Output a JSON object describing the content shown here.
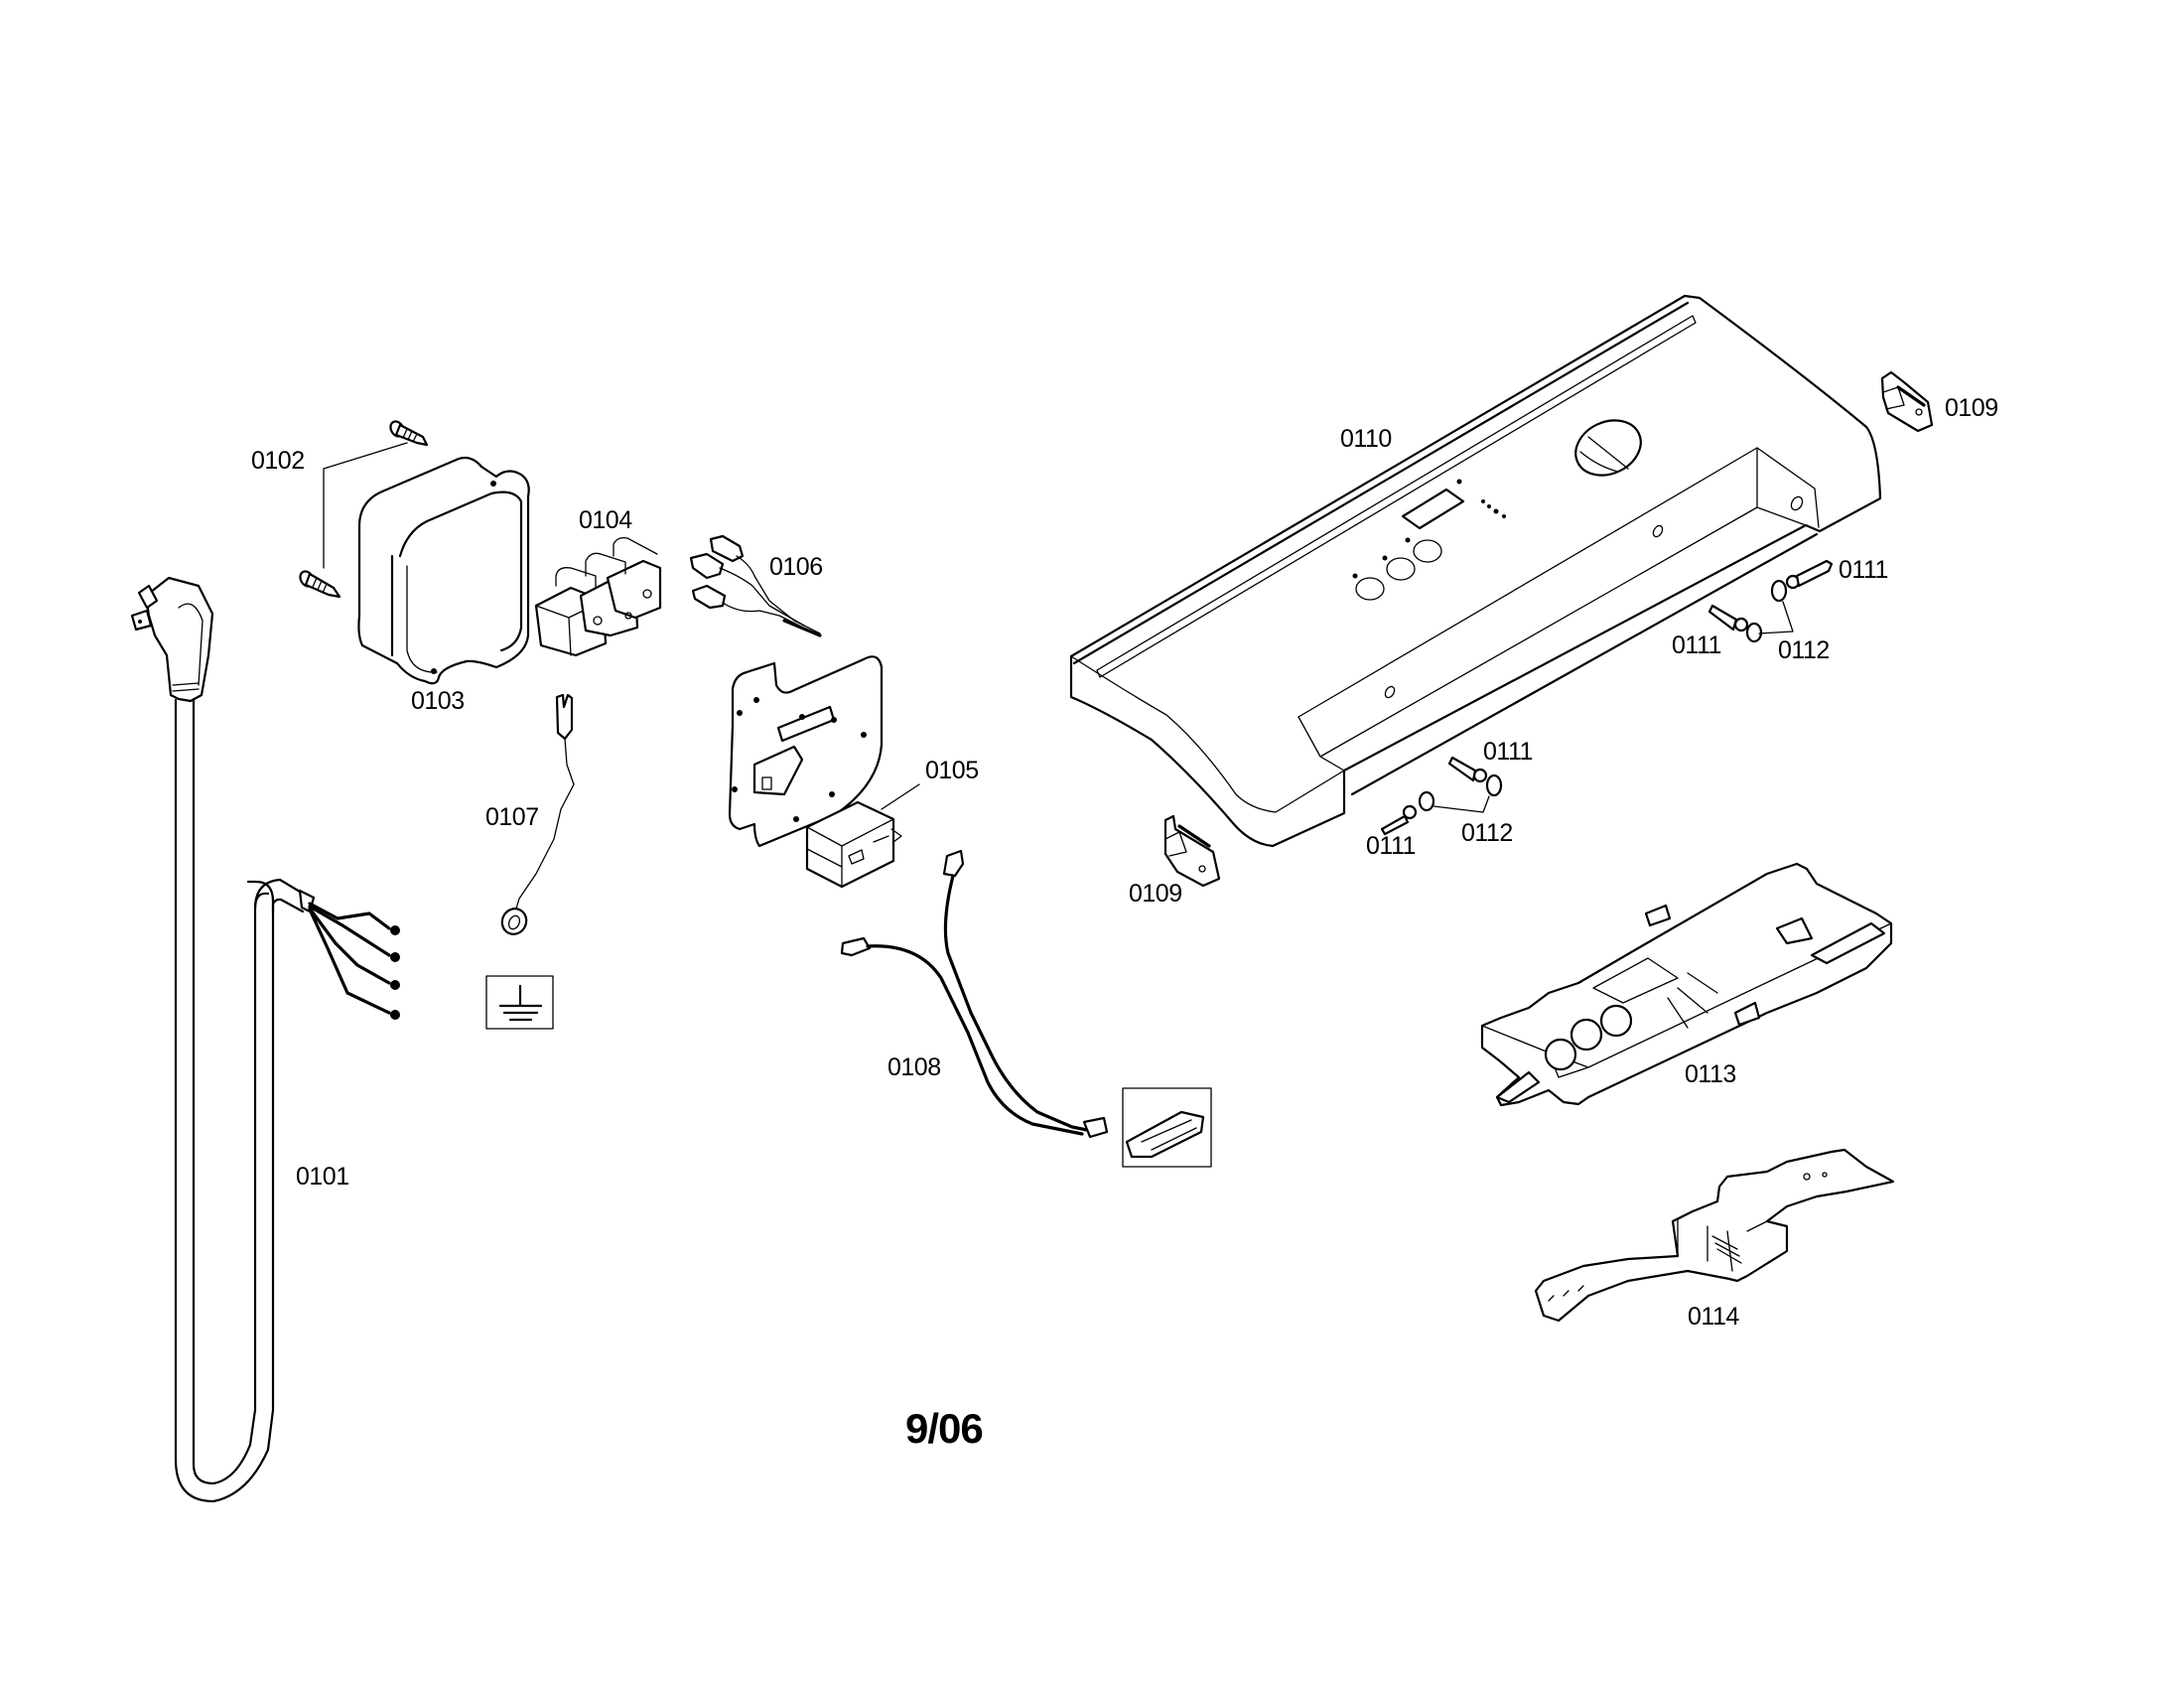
{
  "diagram": {
    "type": "exploded parts diagram",
    "revision": "9/06",
    "colors": {
      "line": "#000000",
      "background": "#ffffff"
    },
    "parts": [
      {
        "key": "power_cord",
        "label": "0101"
      },
      {
        "key": "cover_screw",
        "label": "0102"
      },
      {
        "key": "terminal_cover",
        "label": "0103"
      },
      {
        "key": "switch_block",
        "label": "0104"
      },
      {
        "key": "relay",
        "label": "0105"
      },
      {
        "key": "wire_set",
        "label": "0106"
      },
      {
        "key": "ground_wire",
        "label": "0107"
      },
      {
        "key": "wire_harness",
        "label": "0108"
      },
      {
        "key": "clip_left",
        "label": "0109"
      },
      {
        "key": "clip_right",
        "label": "0109"
      },
      {
        "key": "control_panel",
        "label": "0110"
      },
      {
        "key": "screw_a",
        "label": "0111"
      },
      {
        "key": "screw_b",
        "label": "0111"
      },
      {
        "key": "screw_c",
        "label": "0111"
      },
      {
        "key": "screw_d",
        "label": "0111"
      },
      {
        "key": "cap_upper",
        "label": "0112"
      },
      {
        "key": "cap_lower",
        "label": "0112"
      },
      {
        "key": "control_module",
        "label": "0113"
      },
      {
        "key": "bracket",
        "label": "0114"
      }
    ]
  }
}
